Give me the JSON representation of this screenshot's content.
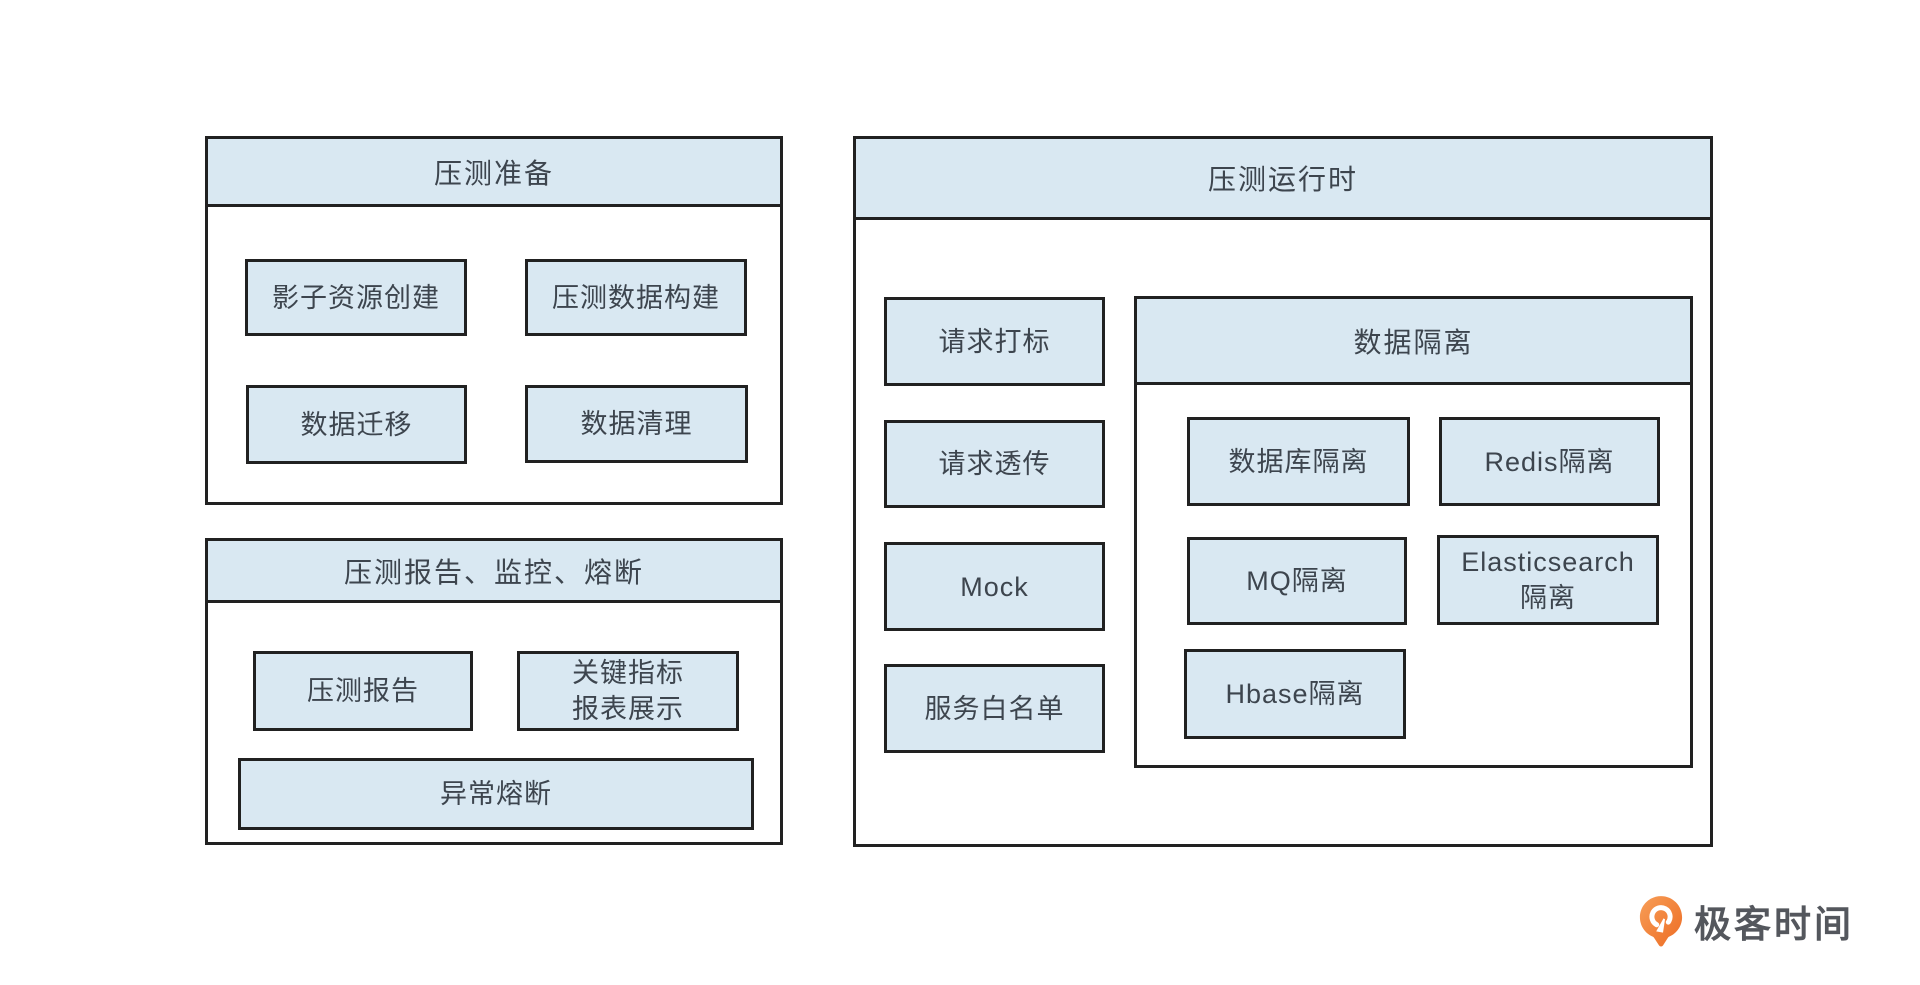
{
  "colors": {
    "node_fill": "#d9e8f2",
    "border": "#212121",
    "text": "#3d454e",
    "logo_orange_light": "#f79e57",
    "logo_orange_dark": "#ed6c24",
    "logo_text": "#54575d"
  },
  "panels": {
    "prep": {
      "title": "压测准备",
      "items": [
        "影子资源创建",
        "压测数据构建",
        "数据迁移",
        "数据清理"
      ]
    },
    "report": {
      "title": "压测报告、监控、熔断",
      "items": [
        "压测报告",
        "关键指标\n报表展示",
        "异常熔断"
      ]
    },
    "runtime": {
      "title": "压测运行时",
      "left_items": [
        "请求打标",
        "请求透传",
        "Mock",
        "服务白名单"
      ],
      "isolation": {
        "title": "数据隔离",
        "items": [
          "数据库隔离",
          "Redis隔离",
          "MQ隔离",
          "Elasticsearch\n隔离",
          "Hbase隔离"
        ]
      }
    }
  },
  "footer": {
    "brand": "极客时间"
  }
}
